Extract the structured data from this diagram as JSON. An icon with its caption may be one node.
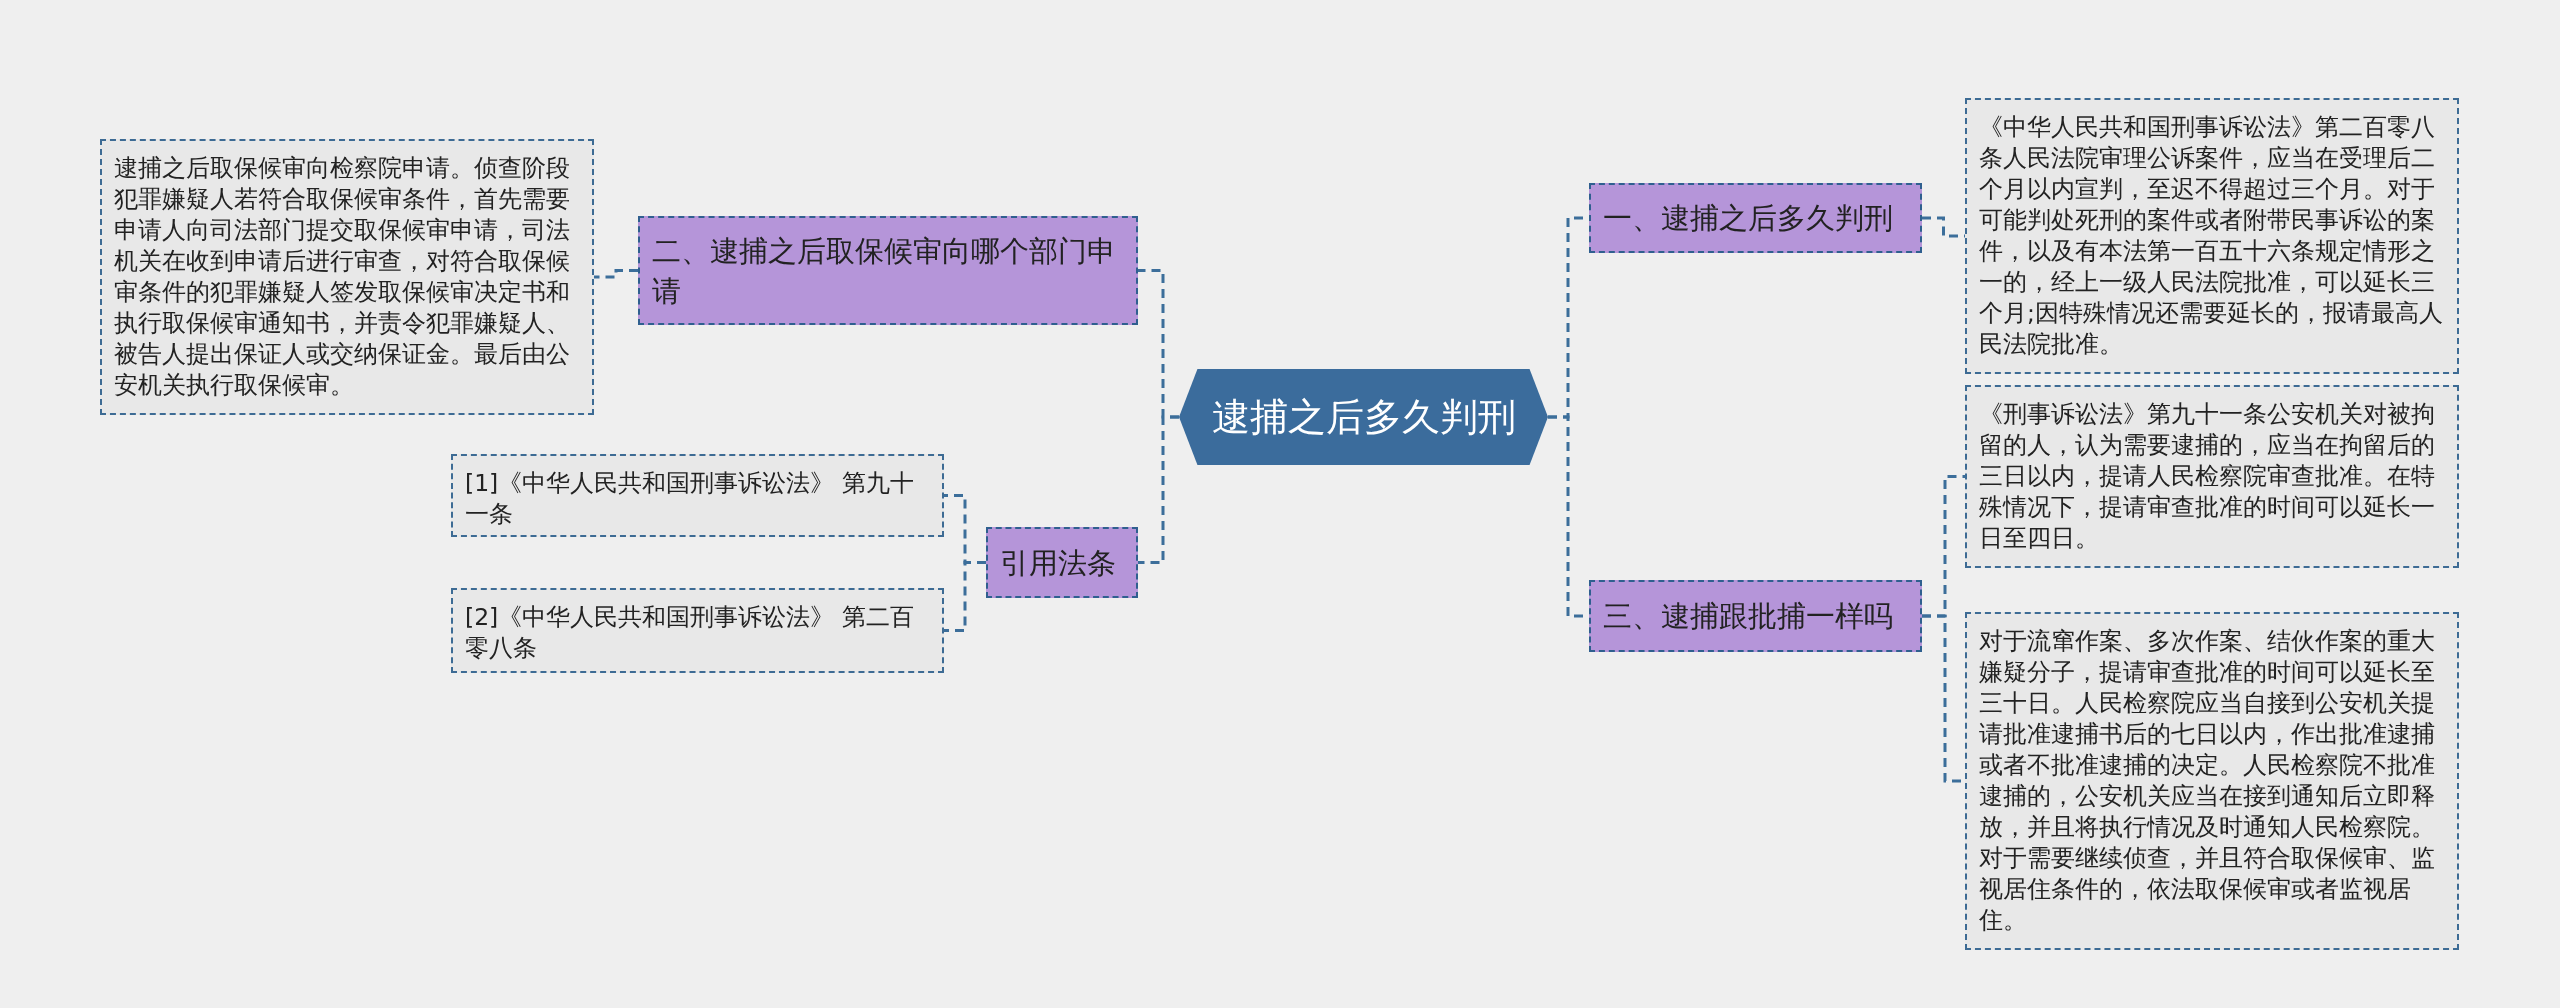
{
  "diagram": {
    "nodes": [
      {
        "text": [
          "逮捕之后多久判刑"
        ]
      },
      {
        "text": [
          "一、逮捕之后多久判刑"
        ]
      },
      {
        "text": [
          "《中华人民共和国刑事诉讼法》第二百零八条人民法院审理公诉案件，应当在受理后二个月以内宣判，至迟不得超过三个月。对于可能判处死刑的案件或者附带民事诉讼的案件，以及有本法第一百五十六条规定情形之一的，经上一级人民法院批准，可以延长三个月;因特殊情况还需要延长的，报请最高人民法院批准。"
        ]
      },
      {
        "text": [
          "三、逮捕跟批捕一样吗"
        ]
      },
      {
        "text": [
          "《刑事诉讼法》第九十一条公安机关对被拘留的人，认为需要逮捕的，应当在拘留后的三日以内，提请人民检察院审查批准。在特殊情况下，提请审查批准的时间可以延长一日至四日。"
        ]
      },
      {
        "text": [
          "对于流窜作案、多次作案、结伙作案的重大嫌疑分子，提请审查批准的时间可以延长至三十日。人民检察院应当自接到公安机关提请批准逮捕书后的七日以内，作出批准逮捕或者不批准逮捕的决定。人民检察院不批准逮捕的，公安机关应当在接到通知后立即释放，并且将执行情况及时通知人民检察院。对于需要继续侦查，并且符合取保候审、监视居住条件的，依法取保候审或者监视居住。"
        ]
      },
      {
        "text": [
          "二、逮捕之后取保候审向哪个部门申请"
        ]
      },
      {
        "text": [
          "逮捕之后取保候审向检察院申请。侦查阶段犯罪嫌疑人若符合取保候审条件，首先需要申请人向司法部门提交取保候审申请，司法机关在收到申请后进行审查，对符合取保候审条件的犯罪嫌疑人签发取保候审决定书和执行取保候审通知书，并责令犯罪嫌疑人、被告人提出保证人或交纳保证金。最后由公安机关执行取保候审。"
        ]
      },
      {
        "text": [
          "引用法条"
        ]
      },
      {
        "text": [
          "[1]《中华人民共和国刑事诉讼法》 第九十一条"
        ]
      },
      {
        "text": [
          "[2]《中华人民共和国刑事诉讼法》 第二百零八条"
        ]
      }
    ],
    "edges": [
      {
        "from": 0,
        "to": 1,
        "arrow": "none"
      },
      {
        "from": 1,
        "to": 2,
        "arrow": "none"
      },
      {
        "from": 0,
        "to": 3,
        "arrow": "none"
      },
      {
        "from": 3,
        "to": 4,
        "arrow": "none"
      },
      {
        "from": 3,
        "to": 5,
        "arrow": "none"
      },
      {
        "from": 0,
        "to": 6,
        "arrow": "none"
      },
      {
        "from": 6,
        "to": 7,
        "arrow": "none"
      },
      {
        "from": 0,
        "to": 8,
        "arrow": "none"
      },
      {
        "from": 8,
        "to": 9,
        "arrow": "none"
      },
      {
        "from": 8,
        "to": 10,
        "arrow": "none"
      }
    ]
  }
}
